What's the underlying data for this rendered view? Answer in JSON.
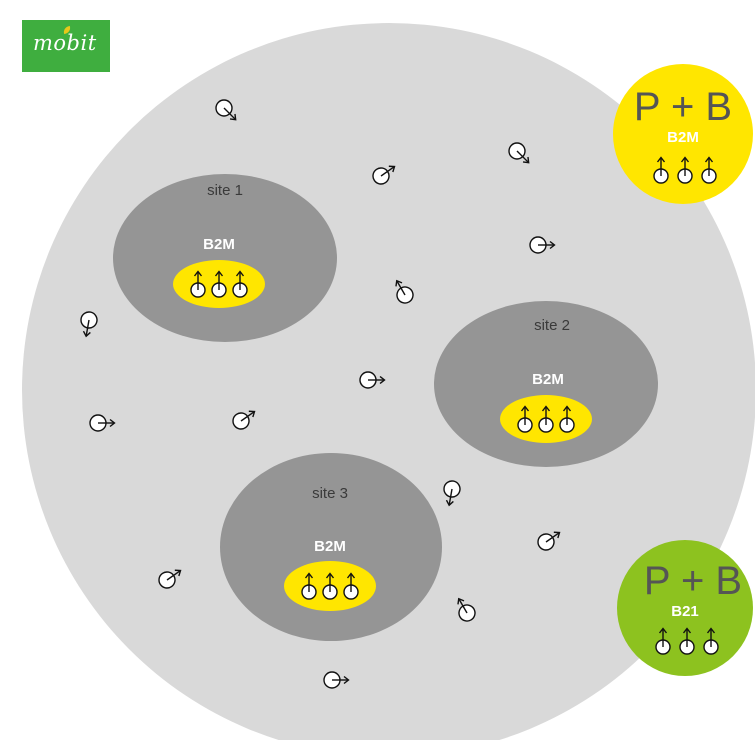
{
  "brand": {
    "logo_text": "mobit"
  },
  "sites": [
    {
      "label": "site 1",
      "badge": "B2M"
    },
    {
      "label": "site 2",
      "badge": "B2M"
    },
    {
      "label": "site 3",
      "badge": "B2M"
    }
  ],
  "callouts": [
    {
      "title": "P + B",
      "badge": "B2M",
      "color": "#ffe600"
    },
    {
      "title": "P + B",
      "badge": "B21",
      "color": "#8dc21f"
    }
  ],
  "colors": {
    "outer_circle": "#d9d9d9",
    "site_ellipse": "#959595",
    "device_group": "#ffe600",
    "callout_text_dark": "#555555"
  },
  "icons": {
    "moving_device": "circle-with-arrow-icon",
    "stationary_device": "circle-with-up-arrow-icon"
  }
}
